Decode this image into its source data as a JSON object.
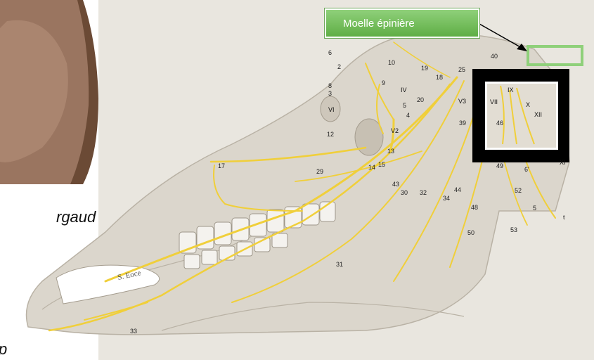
{
  "callout": {
    "text": "Moelle épinière",
    "color": "#6cbf54"
  },
  "side_text": {
    "name_fragment": "rgaud",
    "bottom_fragment": "p"
  },
  "signature": "S. Eoce",
  "labels": {
    "n6": "6",
    "n2": "2",
    "n10": "10",
    "n8": "8",
    "n3": "3",
    "n9": "9",
    "IV": "IV",
    "n5": "5",
    "n4": "4",
    "VI": "VI",
    "n12": "12",
    "V2": "V2",
    "n13": "13",
    "n14": "14",
    "n15": "15",
    "n17": "17",
    "n19": "19",
    "n18": "18",
    "n25": "25",
    "n40": "40",
    "n20": "20",
    "V3": "V3",
    "n39": "39",
    "VII": "VII",
    "IX": "IX",
    "X": "X",
    "XII": "XII",
    "n46": "46",
    "XI": "XI",
    "n29": "29",
    "n43": "43",
    "n30": "30",
    "n32": "32",
    "n44": "44",
    "n34": "34",
    "n49": "49",
    "n6p": "6'",
    "n52": "52",
    "n48": "48",
    "n5b": "5",
    "t": "t",
    "n50": "50",
    "n53": "53",
    "n31": "31",
    "n33": "33"
  },
  "colors": {
    "nerve": "#f0cf3a",
    "skull": "#dbd6cc",
    "frame": "#000000"
  }
}
